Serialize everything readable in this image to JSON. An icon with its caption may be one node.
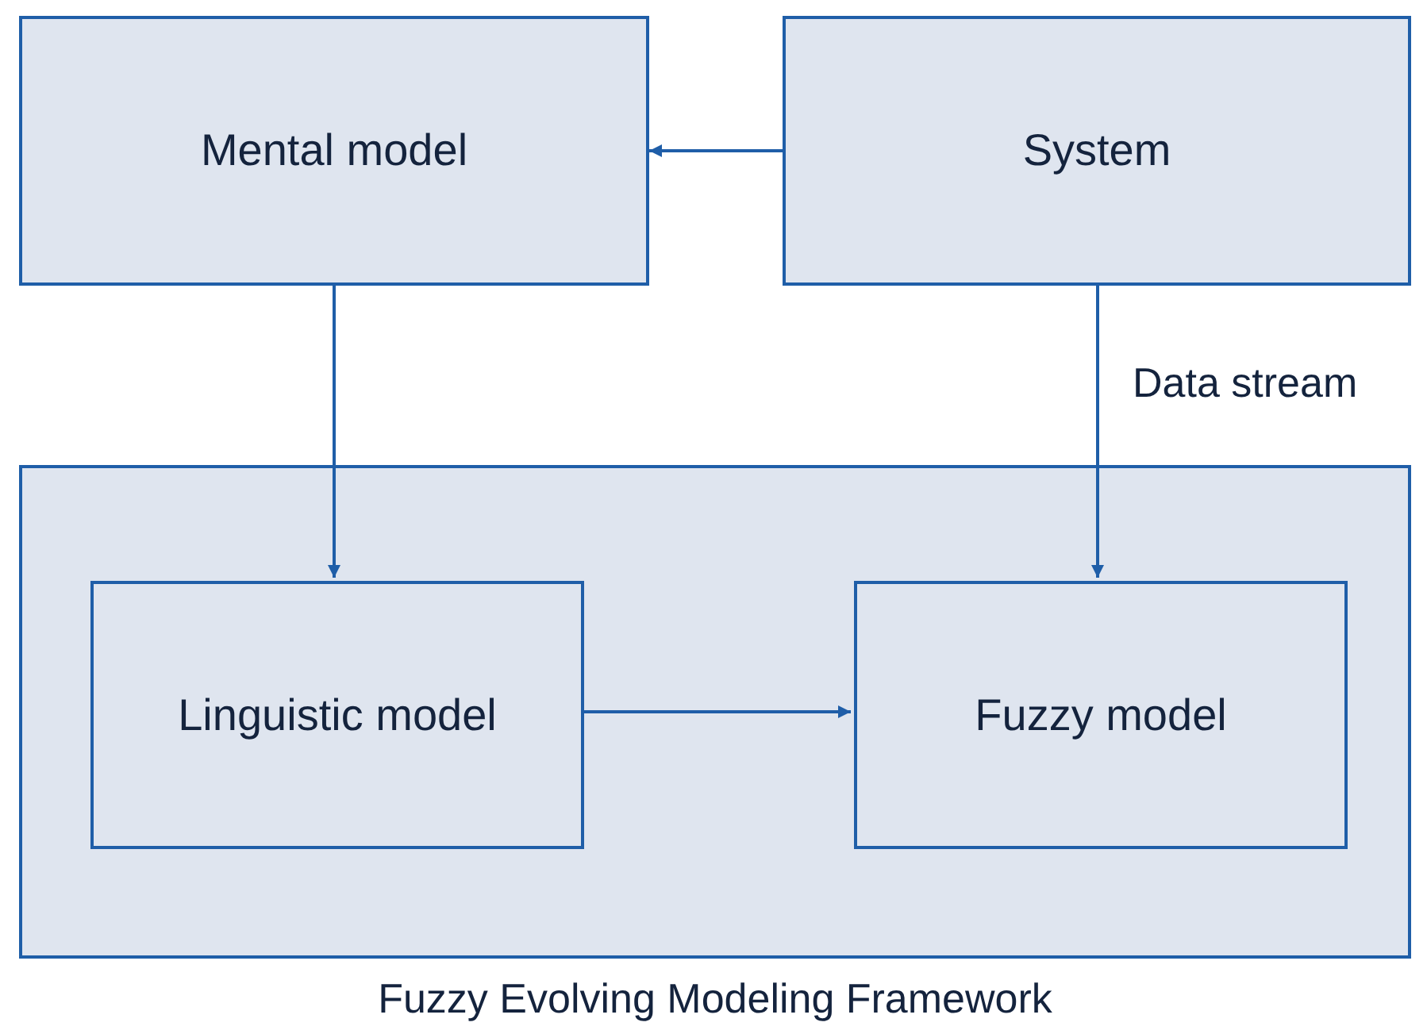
{
  "diagram": {
    "nodes": [
      {
        "text": [
          "Mental model"
        ]
      },
      {
        "text": [
          "System"
        ]
      },
      {
        "text": [
          "Fuzzy Evolving Modeling Framework"
        ]
      },
      {
        "text": [
          "Linguistic model"
        ],
        "in": 2
      },
      {
        "text": [
          "Fuzzy model"
        ],
        "in": 2
      }
    ],
    "edges": [
      {
        "from": 1,
        "to": 0,
        "arrow": "to"
      },
      {
        "from": 0,
        "to": 3,
        "arrow": "to"
      },
      {
        "from": 1,
        "to": 4,
        "arrow": "to",
        "label": "Data stream"
      },
      {
        "from": 3,
        "to": 4,
        "arrow": "to"
      }
    ]
  }
}
